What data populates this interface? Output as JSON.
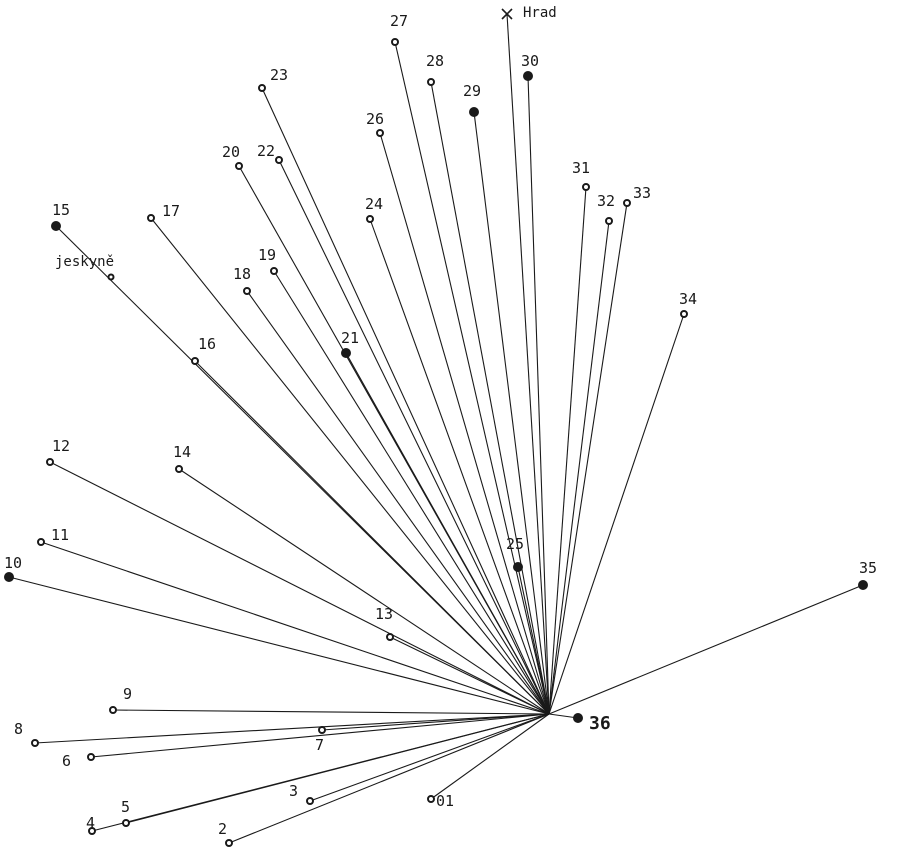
{
  "diagram": {
    "center_label": "36",
    "landmarks": [
      {
        "id": "hrad",
        "text": "Hrad"
      },
      {
        "id": "jeskyne",
        "text": "jeskyně"
      }
    ],
    "stations": [
      "01",
      "2",
      "3",
      "4",
      "5",
      "6",
      "7",
      "8",
      "9",
      "10",
      "11",
      "12",
      "13",
      "14",
      "15",
      "16",
      "17",
      "18",
      "19",
      "20",
      "21",
      "22",
      "23",
      "24",
      "25",
      "26",
      "27",
      "28",
      "29",
      "30",
      "31",
      "32",
      "33",
      "34",
      "35"
    ]
  },
  "colors": {
    "ink": "#1a1a1a",
    "paper": "#ffffff"
  }
}
